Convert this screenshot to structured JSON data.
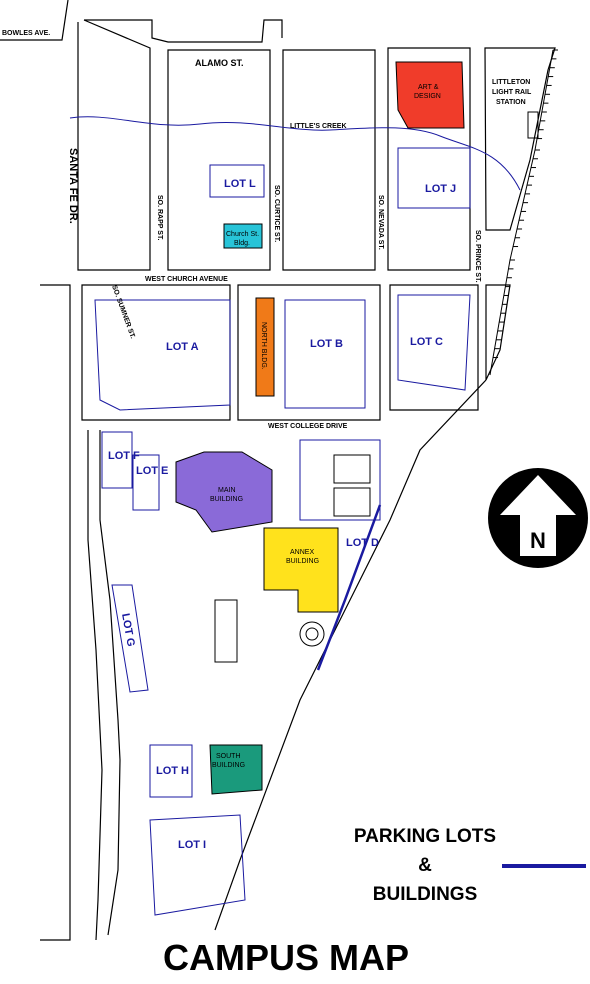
{
  "title": "CAMPUS MAP",
  "legend": {
    "line1": "PARKING LOTS",
    "line2": "&",
    "line3": "BUILDINGS",
    "line_color": "#1a1aa0"
  },
  "compass": {
    "label": "N"
  },
  "streets": {
    "bowles": "BOWLES AVE.",
    "alamo": "ALAMO ST.",
    "santa_fe": "SANTA FE DR.",
    "creek": "LITTLE'S CREEK",
    "rapp": "SO. RAPP ST.",
    "curtice": "SO. CURTICE ST.",
    "nevada": "SO. NEVADA ST.",
    "prince": "SO. PRINCE ST.",
    "church_ave": "WEST CHURCH AVENUE",
    "sumner": "SO. SUMNER ST.",
    "college_dr": "WEST COLLEGE DRIVE",
    "light_rail_1": "LITTLETON",
    "light_rail_2": "LIGHT RAIL",
    "light_rail_3": "STATION"
  },
  "lots": {
    "l": "LOT L",
    "j": "LOT J",
    "a": "LOT A",
    "b": "LOT B",
    "c": "LOT C",
    "f": "LOT F",
    "e": "LOT E",
    "d": "LOT D",
    "g": "LOT G",
    "h": "LOT H",
    "i": "LOT I"
  },
  "buildings": {
    "art": [
      "ART &",
      "DESIGN"
    ],
    "church": [
      "Church St.",
      "Bldg."
    ],
    "north": "NORTH BLDG.",
    "main": [
      "MAIN",
      "BUILDING"
    ],
    "annex": [
      "ANNEX",
      "BUILDING"
    ],
    "south": [
      "SOUTH",
      "BUILDING"
    ]
  },
  "colors": {
    "art": "#f03c2a",
    "church": "#28c4d8",
    "north": "#f07a18",
    "main": "#8a6ad8",
    "annex": "#ffe21c",
    "south": "#1a9a7c",
    "lot_outline": "#1a1aa0"
  }
}
